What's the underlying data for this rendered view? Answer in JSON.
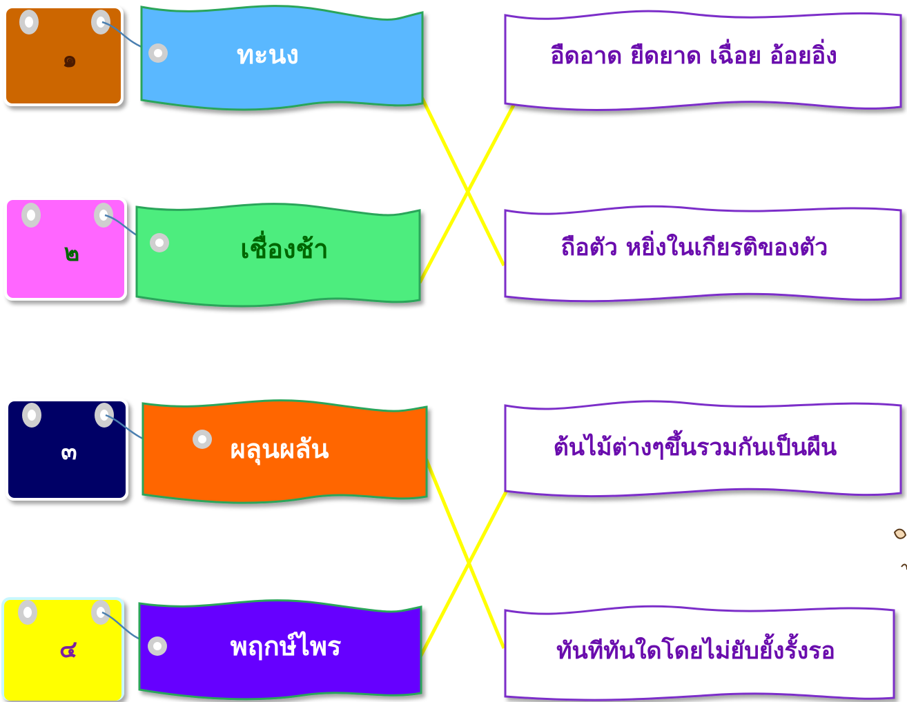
{
  "colors": {
    "line": "#ffff00",
    "definition_text": "#6a0dad",
    "definition_border": "#7b2fc9",
    "word_border": "#2aa55a",
    "word_text": "#ffffff"
  },
  "items": [
    {
      "number": "๑",
      "word": "ทะนง",
      "num_color": "#cc6600",
      "num_text_color": "#4b1a00",
      "banner_color": "#5ab8ff"
    },
    {
      "number": "๒",
      "word": "เชื่องช้า",
      "num_color": "#ff66ff",
      "num_text_color": "#006600",
      "banner_color": "#4ded7e",
      "word_text_color": "#006600"
    },
    {
      "number": "๓",
      "word": "ผลุนผลัน",
      "num_color": "#000066",
      "num_text_color": "#ffffff",
      "banner_color": "#ff6600"
    },
    {
      "number": "๔",
      "word": "พฤกษ์ไพร",
      "num_color": "#ffff00",
      "num_text_color": "#7a1fa2",
      "banner_color": "#6600ff"
    }
  ],
  "definitions": [
    "อืดอาด ยืดยาด เฉื่อย อ้อยอิ่ง",
    "ถือตัว หยิ่งในเกียรติของตัว",
    "ต้นไม้ต่างๆขึ้นรวมกันเป็นผืน",
    "ทันทีทันใดโดยไม่ยับยั้งรั้งรอ"
  ]
}
